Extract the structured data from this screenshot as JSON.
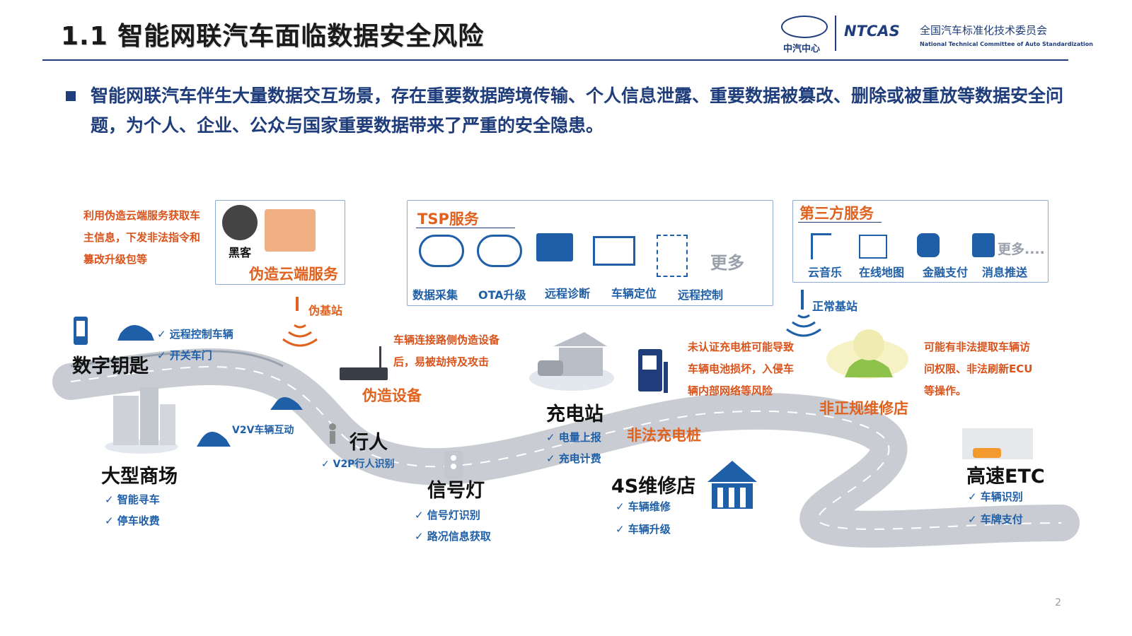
{
  "header": {
    "title": "1.1  智能网联汽车面临数据安全风险",
    "logo_left": "中汽中心",
    "logo_ntcas": "NTCAS",
    "org_cn": "全国汽车标准化技术委员会",
    "org_en": "National Technical Committee of Auto Standardization"
  },
  "intro": "智能网联汽车伴生大量数据交互场景，存在重要数据跨境传输、个人信息泄露、重要数据被篡改、删除或被重放等数据安全问题，为个人、企业、公众与国家重要数据带来了严重的安全隐患。",
  "fake_cloud": {
    "desc": "利用伪造云端服务获取车　主信息，下发非法指令和 篡改升级包等",
    "hacker": "黑客",
    "title": "伪造云端服务"
  },
  "tsp": {
    "title": "TSP服务",
    "items": [
      "数据采集",
      "OTA升级",
      "远程诊断",
      "车辆定位",
      "远程控制"
    ],
    "more": "更多"
  },
  "third_party": {
    "title": "第三方服务",
    "items": [
      "云音乐",
      "在线地图",
      "金融支付",
      "消息推送"
    ],
    "more": "更多...."
  },
  "fake_base": "伪基站",
  "normal_base": "正常基站",
  "digital_key": {
    "title": "数字钥匙",
    "items": [
      "远程控制车辆",
      "开关车门"
    ]
  },
  "fake_device": {
    "desc": "车辆连接路侧伪造设备后，易被劫持及攻击",
    "title": "伪造设备"
  },
  "charging_station": {
    "title": "充电站",
    "items": [
      "电量上报",
      "充电计费"
    ]
  },
  "illegal_charger": {
    "desc": "未认证充电桩可能导致 车辆电池损坏，入侵车 辆内部网络等风险",
    "title": "非法充电桩"
  },
  "irregular_repair": {
    "desc": "可能有非法提取车辆访问权限、非法刷新ECU等操作。",
    "title": "非正规维修店"
  },
  "mall": {
    "title": "大型商场",
    "items": [
      "智能寻车",
      "停车收费"
    ]
  },
  "v2v": "V2V车辆互动",
  "pedestrian": {
    "title": "行人",
    "items": [
      "V2P行人识别"
    ]
  },
  "traffic_light": {
    "title": "信号灯",
    "items": [
      "信号灯识别",
      "路况信息获取"
    ]
  },
  "service_4s": {
    "title": "4S维修店",
    "items": [
      "车辆维修",
      "车辆升级"
    ]
  },
  "etc": {
    "title": "高速ETC",
    "items": [
      "车辆识别",
      "车牌支付"
    ]
  },
  "page_number": "2",
  "colors": {
    "navy": "#1f3d7a",
    "blue": "#1f5fa8",
    "orange": "#e0621f",
    "road": "#c9ccd2"
  }
}
